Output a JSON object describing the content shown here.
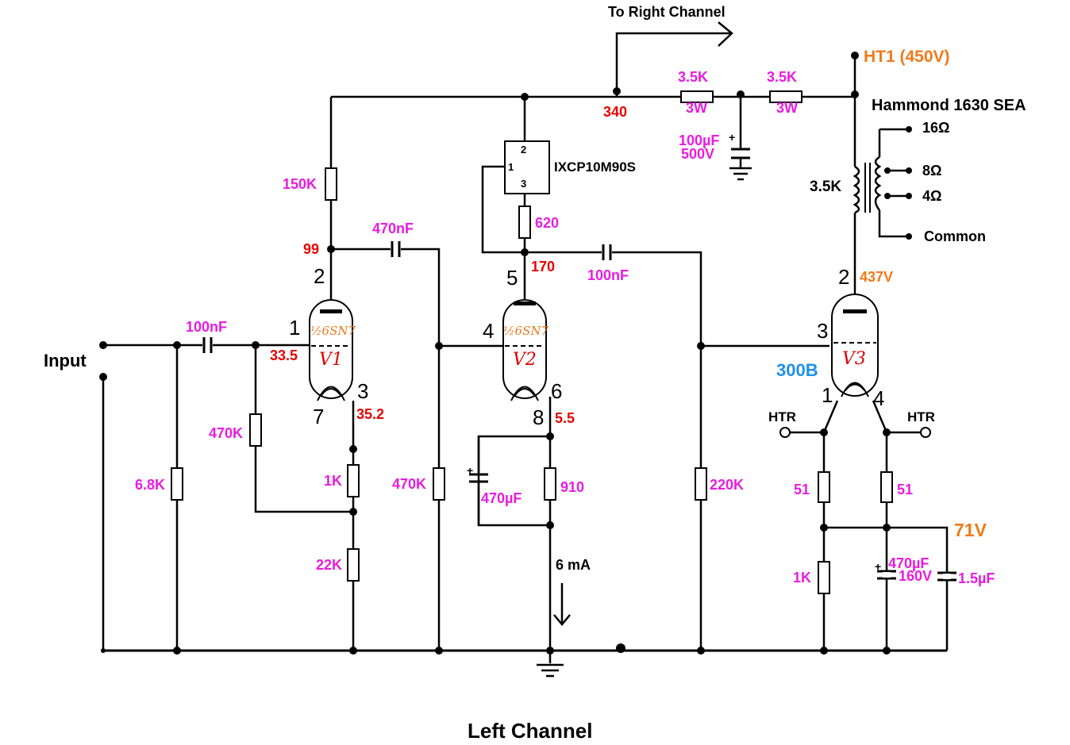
{
  "title": "Left Channel",
  "input_label": "Input",
  "right_channel_label": "To Right Channel",
  "ht1_label": "HT1 (450V)",
  "transformer": {
    "name": "Hammond 1630 SEA",
    "primary": "3.5K",
    "taps": [
      "16Ω",
      "8Ω",
      "4Ω",
      "Common"
    ]
  },
  "components": {
    "r_in_shunt": "6.8K",
    "c_in": "100nF",
    "r_grid_v1": "470K",
    "r_cath_v1": "1K",
    "r_fb_v1": "22K",
    "r_plate_v1": "150K",
    "c_couple_1": "470nF",
    "r_grid_v2": "470K",
    "ccs": "IXCP10M90S",
    "ccs_pins": [
      "1",
      "2",
      "3"
    ],
    "r_ccs": "620",
    "c_bypass_v2": "470µF",
    "r_cath_v2": "910",
    "c_couple_2": "100nF",
    "r_grid_v3": "220K",
    "r_ht_1": "3.5K",
    "r_ht_1_w": "3W",
    "r_ht_2": "3.5K",
    "r_ht_2_w": "3W",
    "c_filter": "100µF",
    "c_filter_v": "500V",
    "r_htr_l": "51",
    "r_htr_r": "51",
    "r_cath_v3": "1K",
    "c_cath_v3": "470µF",
    "c_cath_v3_v": "160V",
    "c_cath_v3_film": "1.5µF",
    "htr_left": "HTR",
    "htr_right": "HTR"
  },
  "voltages": {
    "v1_plate": "99",
    "v1_grid": "33.5",
    "v1_cathode": "35.2",
    "rail": "340",
    "v2_plate": "170",
    "v2_cathode": "5.5",
    "v3_plate": "437V",
    "v3_cathode": "71V",
    "current": "6 mA"
  },
  "tubes": {
    "v1": {
      "type": "½6SN7",
      "label": "V1",
      "pins": [
        "1",
        "2",
        "3",
        "7"
      ]
    },
    "v2": {
      "type": "½6SN7",
      "label": "V2",
      "pins": [
        "4",
        "5",
        "6",
        "8"
      ]
    },
    "v3": {
      "type": "300B",
      "label": "V3",
      "pins": [
        "1",
        "2",
        "3",
        "4"
      ]
    }
  },
  "colors": {
    "magenta": "#e81ce0",
    "red": "#e80000",
    "orange": "#f07a1a",
    "blue": "#1e90e8"
  }
}
